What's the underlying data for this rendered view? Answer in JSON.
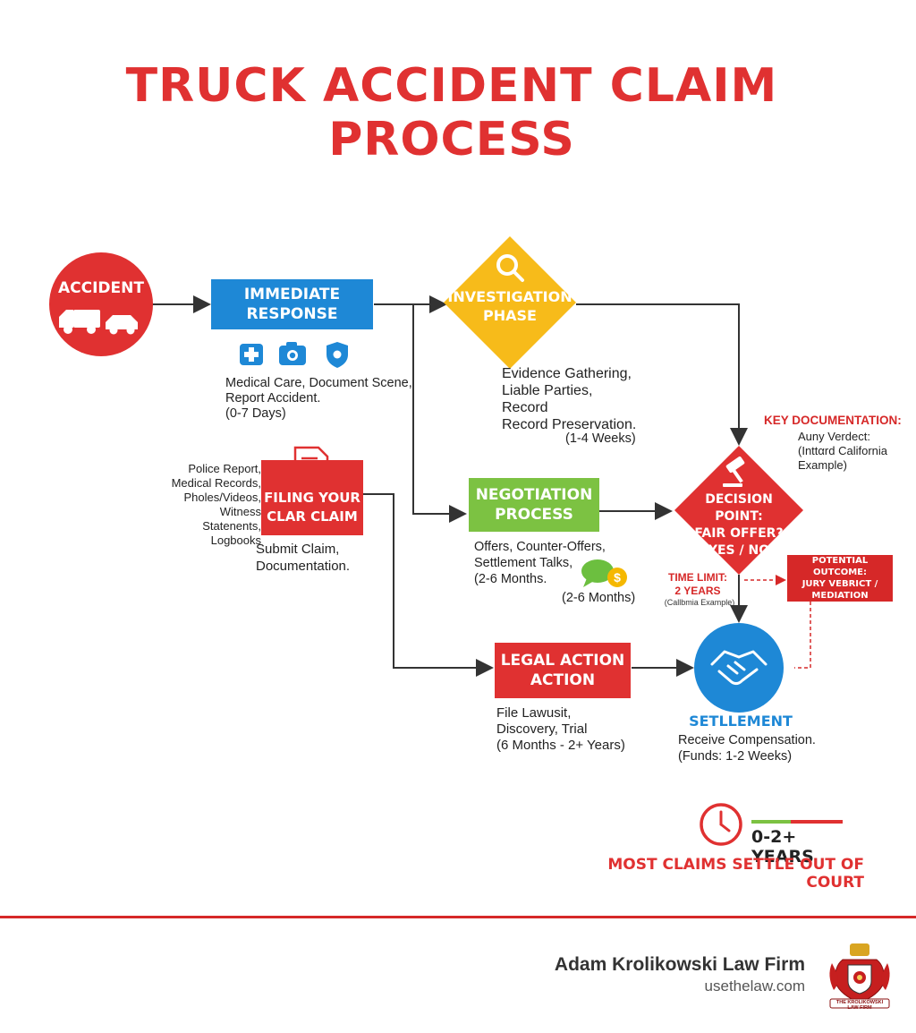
{
  "title": "TRUCK ACCIDENT CLAIM PROCESS",
  "colors": {
    "red": "#e03131",
    "blue": "#1e88d6",
    "yellow": "#f7bb1a",
    "green": "#7cc242",
    "dark_red": "#d62828"
  },
  "nodes": {
    "accident": "ACCIDENT",
    "immediate": "IMMEDIATE\nRESPONSE",
    "investigation": "INVESTIGATION\nPHASE",
    "filing": "FILING YOUR\nCLAR CLAIM",
    "negotiation": "NEGOTIATION\nPROCESS",
    "decision": "DECISION POINT:\nFAIR OFFER?\nYES / NO",
    "legal": "LEGAL ACTION\nACTION",
    "settlement": "SETLLEMENT",
    "outcome": "POTENTIAL OUTCOME:\nJURY VEBRICT /\nMEDIATION"
  },
  "details": {
    "immediate": "Medical Care, Document Scene,\nReport Accident.\n(0-7 Days)",
    "investigation": "Evidence Gathering,\nLiable Parties,\nRecord\nRecord Preservation.",
    "investigation_time": "(1-4 Weeks)",
    "filing_docs": "Police Report,\nMedical Records,\nPholes/Videos,\nWitness Statenents,\nLogbooks",
    "filing": "Submit Claim,\nDocumentation.",
    "negotiation": "Offers, Counter-Offers,\nSettlement Talks,\n(2-6 Months.",
    "negotiation_time": "(2-6 Months)",
    "legal": "File Lawusit,\nDiscovery, Trial\n(6 Months - 2+ Years)",
    "settlement": "Receive Compensation.\n(Funds: 1-2 Weeks)",
    "key_doc_title": "KEY DOCUMENTATION:",
    "key_doc_body": "Auny Verdect:\n(Ιnttαrd California\nExample)",
    "time_limit_title": "TIME LIMIT:\n2 YEARS",
    "time_limit_note": "(Callbmia Example)"
  },
  "timeline": {
    "range": "0-2+ YEARS",
    "note": "MOST CLAIMS SETTLE OUT OF COURT"
  },
  "footer": {
    "firm": "Adam Krolikowski Law Firm",
    "url": "usethelaw.com",
    "logo_text": "THE KROLIKOWSKI\nLAW FIRM"
  },
  "icons": {
    "accident": "truck-car-icon",
    "immediate": [
      "medical-cross-icon",
      "camera-icon",
      "police-badge-icon"
    ],
    "investigation": "magnifier-icon",
    "filing": "document-icon",
    "negotiation": "chat-dollar-icon",
    "decision": "gavel-icon",
    "settlement": "handshake-icon",
    "timeline": "clock-icon"
  }
}
